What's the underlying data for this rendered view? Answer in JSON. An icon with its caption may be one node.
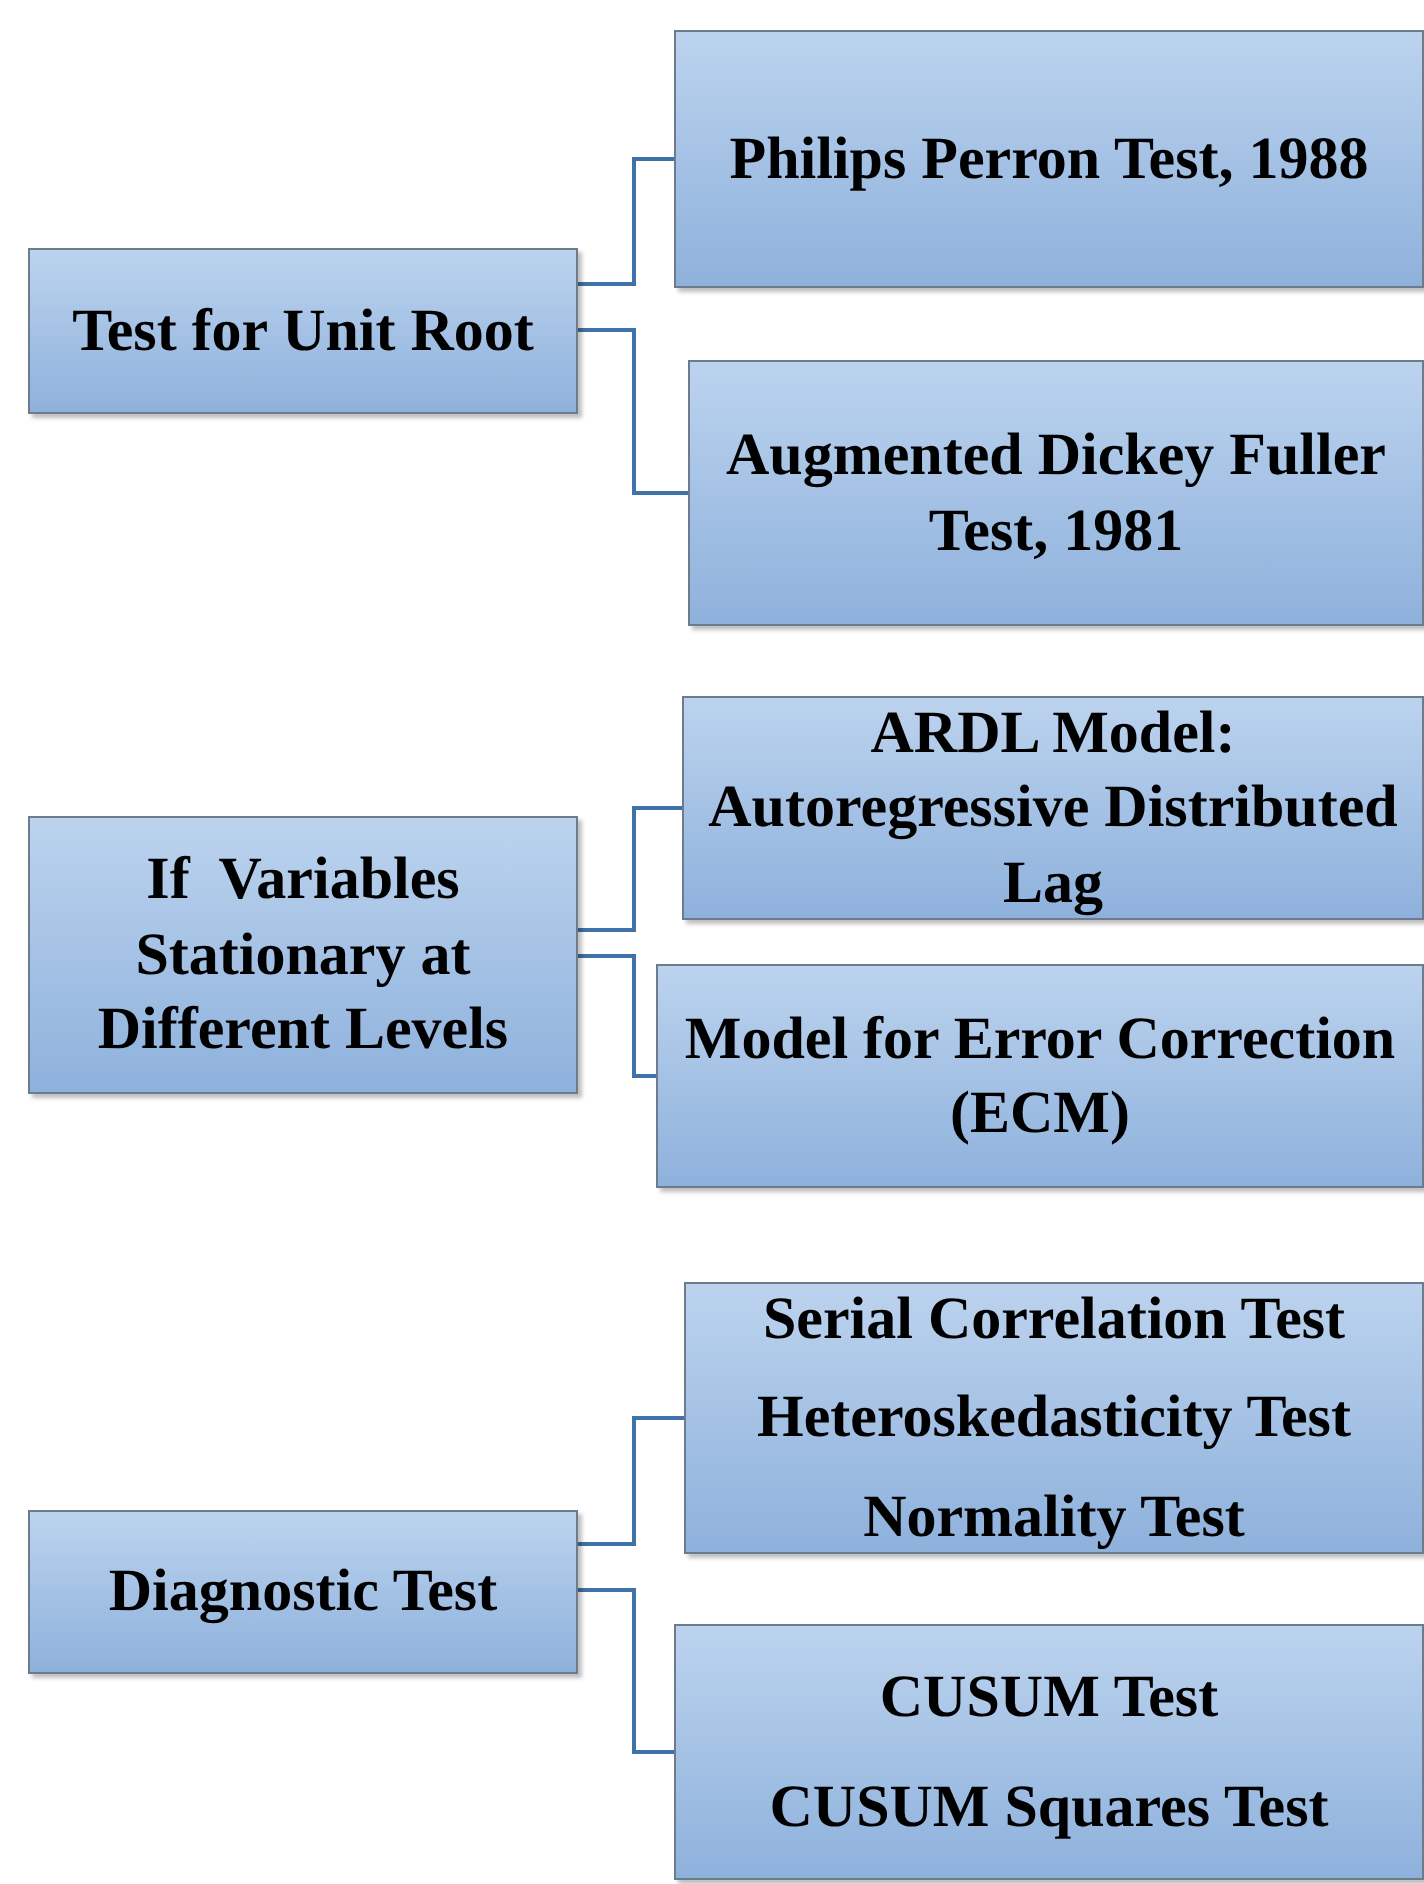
{
  "diagram": {
    "nodes": [
      {
        "text": [
          "Test for Unit Root"
        ]
      },
      {
        "text": [
          "Philips Perron Test, 1988"
        ]
      },
      {
        "text": [
          "Augmented Dickey Fuller Test, 1981"
        ]
      },
      {
        "text": [
          "If  Variables Stationary at Different Levels"
        ]
      },
      {
        "text": [
          "ARDL Model: Autoregressive Distributed Lag"
        ]
      },
      {
        "text": [
          "Model for Error Correction (ECM)"
        ]
      },
      {
        "text": [
          "Diagnostic Test"
        ]
      },
      {
        "text": [
          "Serial Correlation Test",
          "Heteroskedasticity Test",
          "Normality Test"
        ]
      },
      {
        "text": [
          "CUSUM Test",
          "CUSUM Squares Test"
        ]
      }
    ],
    "edges": [
      {
        "from": 0,
        "to": 1,
        "arrow": "none"
      },
      {
        "from": 0,
        "to": 2,
        "arrow": "none"
      },
      {
        "from": 3,
        "to": 4,
        "arrow": "none"
      },
      {
        "from": 3,
        "to": 5,
        "arrow": "none"
      },
      {
        "from": 6,
        "to": 7,
        "arrow": "none"
      },
      {
        "from": 6,
        "to": 8,
        "arrow": "none"
      }
    ]
  }
}
